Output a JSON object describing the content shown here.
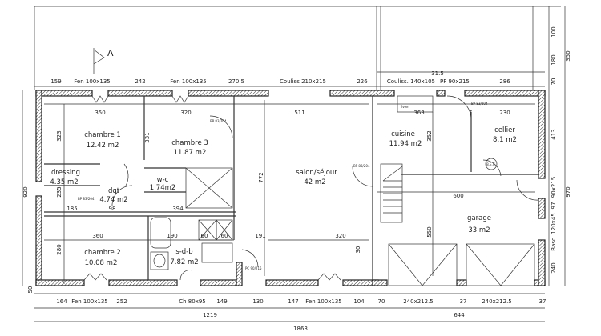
{
  "title_mark": "A",
  "rooms": [
    {
      "name": "chambre  1",
      "area": "12.42  m2"
    },
    {
      "name": "chambre  3",
      "area": "11.87  m2"
    },
    {
      "name": "dressing",
      "area": "4.35  m2"
    },
    {
      "name": "w-c",
      "area": "1.74m2"
    },
    {
      "name": "dgt",
      "area": "4.74  m2"
    },
    {
      "name": "salon/séjour",
      "area": "42  m2"
    },
    {
      "name": "cuisine",
      "area": "11.94  m2"
    },
    {
      "name": "cellier",
      "area": "8.1  m2"
    },
    {
      "name": "garage",
      "area": "33  m2"
    },
    {
      "name": "chambre  2",
      "area": "10.08  m2"
    },
    {
      "name": "s-d-b",
      "area": "7.82  m2"
    }
  ],
  "top_dims": [
    "159",
    "Fen  100x135",
    "242",
    "Fen  100x135",
    "270.5",
    "Couliss  210x215",
    "226",
    "Couliss.  140x105",
    "PF  90x215",
    "286",
    "31.5"
  ],
  "bottom_dims": [
    "164",
    "Fen  100x135",
    "252",
    "Ch  80x95",
    "149",
    "130",
    "147",
    "Fen  100x135",
    "104",
    "70",
    "240x212.5",
    "37",
    "240x212.5",
    "37"
  ],
  "totals": [
    "1219",
    "644",
    "1863"
  ],
  "right_dims": [
    "100",
    "180",
    "70",
    "350",
    "413",
    "90x215",
    "97",
    "Basc.  120x45",
    "240",
    "970"
  ],
  "left_dims": [
    "323",
    "920",
    "235",
    "280",
    "50"
  ],
  "interior_dims": [
    "350",
    "320",
    "511",
    "363",
    "7",
    "230",
    "331",
    "772",
    "352",
    "185",
    "98",
    "394",
    "360",
    "190",
    "60",
    "60",
    "191",
    "320",
    "30",
    "600",
    "550"
  ],
  "labels": {
    "door": "BP 83/204",
    "pc": "PC 90/215",
    "bec": "B.E.C",
    "evier": "évier"
  }
}
